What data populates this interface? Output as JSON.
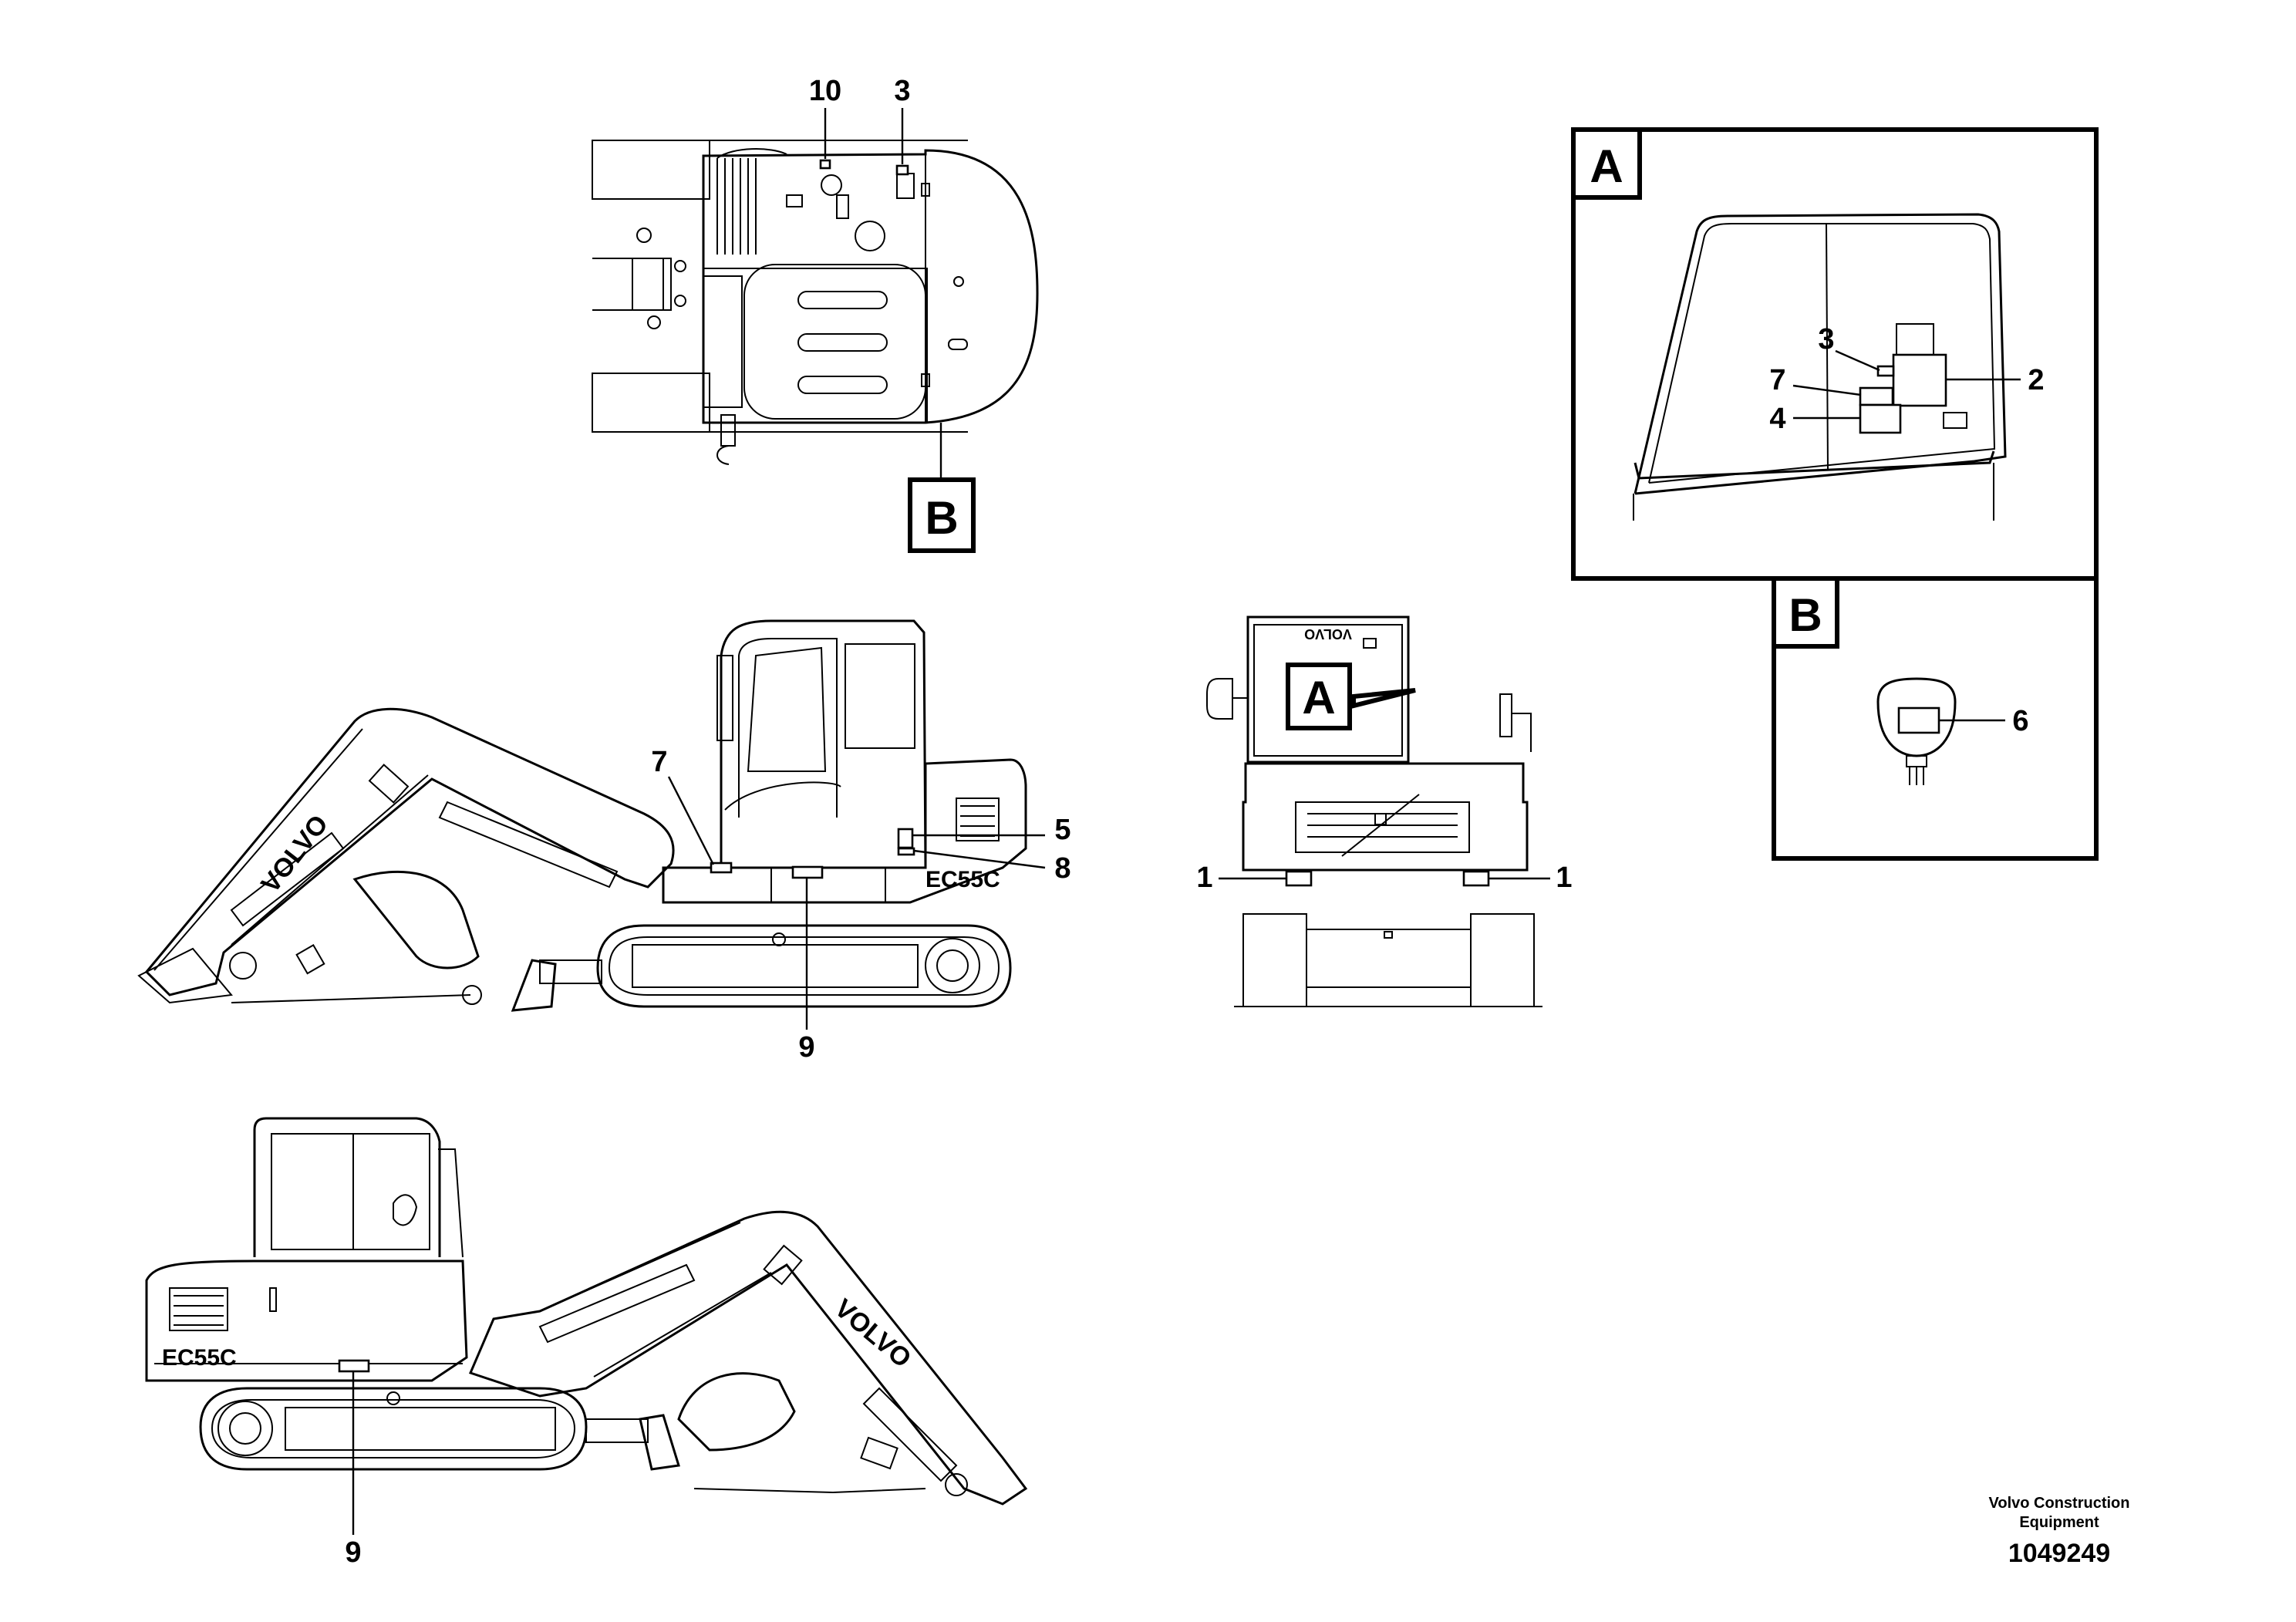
{
  "callouts": {
    "top_10": "10",
    "top_3": "3",
    "top_B": "B",
    "detail_A_label": "A",
    "detail_A_3": "3",
    "detail_A_2": "2",
    "detail_A_7": "7",
    "detail_A_4": "4",
    "detail_B_label": "B",
    "detail_B_6": "6",
    "side_7": "7",
    "side_5": "5",
    "side_8": "8",
    "side_9": "9",
    "rear_A": "A",
    "rear_1_left": "1",
    "rear_1_right": "1",
    "bottom_9": "9"
  },
  "machine_text": {
    "brand_side": "VOLVO",
    "brand_rear": "VOLVO",
    "brand_bottom": "VOLVO",
    "model_side": "EC55C",
    "model_bottom": "EC55C"
  },
  "footer": {
    "company_line1": "Volvo Construction",
    "company_line2": "Equipment",
    "document_number": "1049249"
  }
}
